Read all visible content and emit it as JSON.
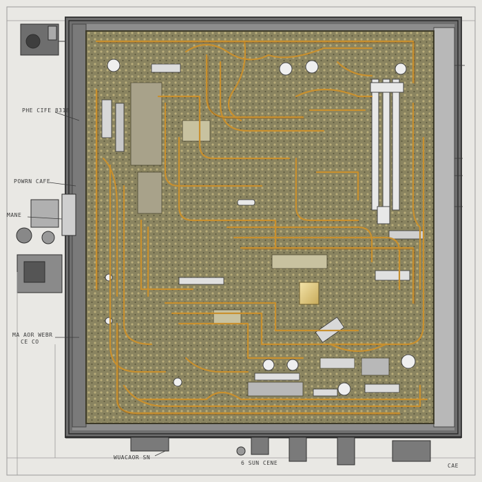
{
  "diagram": {
    "colors": {
      "paper": "#e9e8e4",
      "board": "#8a8460",
      "chassis": "#6f6f6f",
      "trace": "#c9902e",
      "trace_dark": "#8f5f1c",
      "ink": "#3a3a3a",
      "component": "#d8d8d8",
      "chip": "#e6cf8a"
    },
    "callouts": {
      "top_left": "PHE CIFE 8318",
      "power": "POWRN CAFE",
      "mane": "MANE",
      "lower_left": "MA AOR WEBR",
      "lower_left_2": "CE CO",
      "bottom_center": "WUACAOR SN",
      "bottom_center_2": "6 SUN CENE",
      "bottom_right": "CAE"
    }
  }
}
